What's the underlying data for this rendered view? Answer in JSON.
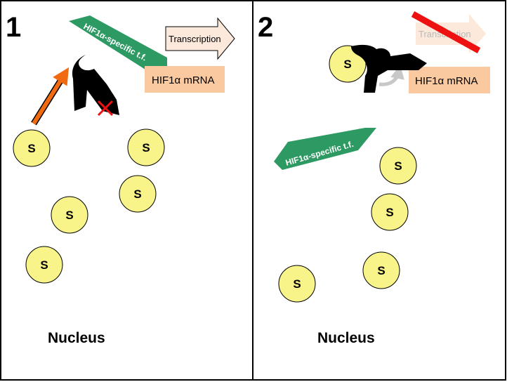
{
  "panels": [
    {
      "number": "1",
      "nucleus_label": "Nucleus",
      "tf_label": "HIF1α-specific t.f.",
      "mrna_label": "HIF1α mRNA",
      "transcription_label": "Transcription",
      "s_label": "S"
    },
    {
      "number": "2",
      "nucleus_label": "Nucleus",
      "tf_label": "HIF1α-specific t.f.",
      "mrna_label": "HIF1α mRNA",
      "transcription_label": "Transcription",
      "s_label": "S"
    }
  ],
  "colors": {
    "substrate_fill": "#f8f48a",
    "transcription_factor": "#2e9a63",
    "mrna_box": "#fbc9a0",
    "transcription_arrow": "#fde9dc",
    "activation_arrow": "#f26a10",
    "blocked_mark": "#ee1111",
    "enzyme": "#000000"
  },
  "icons": {
    "enzyme": "enzyme-icon",
    "activation": "orange-arrow-icon",
    "inhibition": "red-x-icon",
    "blocked": "red-strike-icon",
    "binding": "grey-curved-arrow-icon"
  }
}
